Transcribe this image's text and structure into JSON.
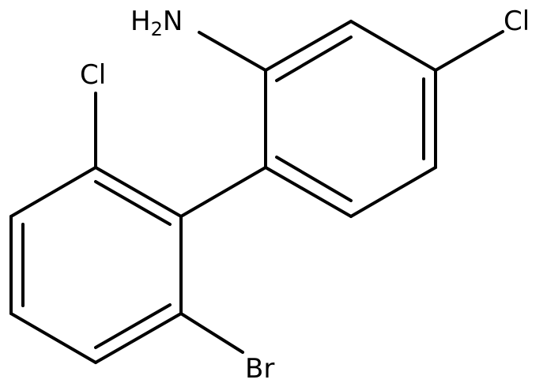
{
  "diagram": {
    "type": "chemical-structure",
    "labels": {
      "amine_prefix": "H",
      "amine_subscript": "2",
      "amine_suffix": "N",
      "chloro_right": "Cl",
      "chloro_left": "Cl",
      "bromo": "Br"
    },
    "colors": {
      "bond": "#000000",
      "text": "#000000",
      "background": "#ffffff"
    }
  }
}
